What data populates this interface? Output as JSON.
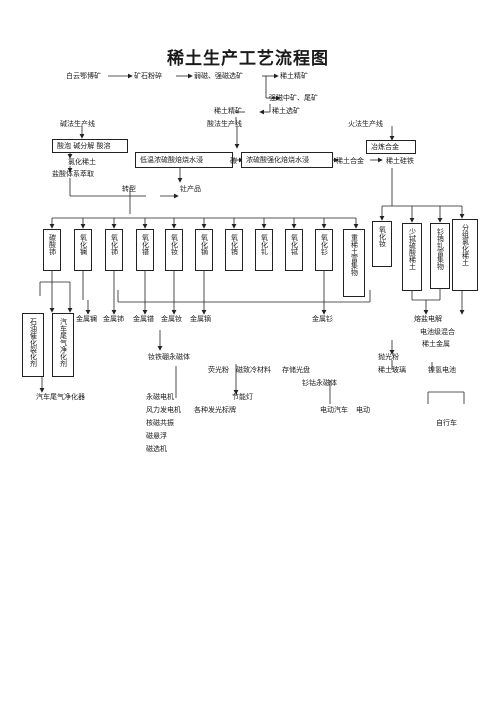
{
  "title": "稀土生产工艺流程图",
  "ores": {
    "baiyun": "白云鄂博矿",
    "fluorite": "矿石粉碎",
    "separation": "弱磁、强磁选矿",
    "concentrate": "稀土精矿",
    "weak_medium": "强磁中矿、尾矿",
    "re_concentrate": "稀土精矿",
    "re_beneficiation": "稀土选矿"
  },
  "lines": {
    "alkali": "碱法生产线",
    "acid": "酸法生产线",
    "fire": "火法生产线"
  },
  "alkali_steps": {
    "step1": "酸泡  碱分解  酸溶",
    "step2": "氯化稀土",
    "step3": "盐酸体系萃取"
  },
  "acid_boxes": {
    "low_temp": "低温浓硫酸焙烧水浸",
    "conc_acid": "浓硫酸强化焙烧水浸"
  },
  "fire_items": {
    "smelt_alloy": "冶炼合金",
    "re_alloy": "稀土合金",
    "re_sife": "稀土硅铁",
    "hidden_note": "碳"
  },
  "transform": {
    "type": "转型",
    "product": "钍产品"
  },
  "vertical_boxes": [
    {
      "label": "碳酸铈"
    },
    {
      "label": "氧化镧"
    },
    {
      "label": "氧化铈"
    },
    {
      "label": "氧化镨"
    },
    {
      "label": "氧化钕"
    },
    {
      "label": "氧化镝"
    },
    {
      "label": "氧化铕"
    },
    {
      "label": "氧化钆"
    },
    {
      "label": "氧化铽"
    },
    {
      "label": "氧化钐"
    },
    {
      "label": "重稀土富集物"
    },
    {
      "label": "氧化钕"
    },
    {
      "label": "少铽硫酸稀土"
    },
    {
      "label": "钐铕钆富集物"
    },
    {
      "label": "分组氯化稀土"
    }
  ],
  "left_boxes": [
    {
      "label": "石油催化裂化剂"
    },
    {
      "label": "汽车尾气净化剂"
    }
  ],
  "metals": {
    "la": "金属镧",
    "ce": "金属铈",
    "pr": "金属镨",
    "nd": "金属钕",
    "dy": "金属镝",
    "sm": "金属钐",
    "molten": "熔盐电解",
    "mixed": "电池级混合",
    "re_metal": "稀土金属"
  },
  "materials": {
    "ndfeb": "钕铁硼永磁体",
    "polish": "抛光粉",
    "phosphor": "荧光粉",
    "magnetostrictive": "磁致冷材料",
    "storage": "存储光盘",
    "glass": "稀土玻璃",
    "nimh": "镍氢电池",
    "smco": "钐钴永磁体"
  },
  "applications": {
    "exhaust": "汽车尾气净化器",
    "motor": "永磁电机",
    "wind": "风力发电机",
    "mri": "核磁共振",
    "maglev": "磁悬浮",
    "separator": "磁选机",
    "lamp": "节能灯",
    "signs": "各种发光标牌",
    "ev": "电动汽车",
    "ev2": "电动",
    "bike": "自行车"
  }
}
